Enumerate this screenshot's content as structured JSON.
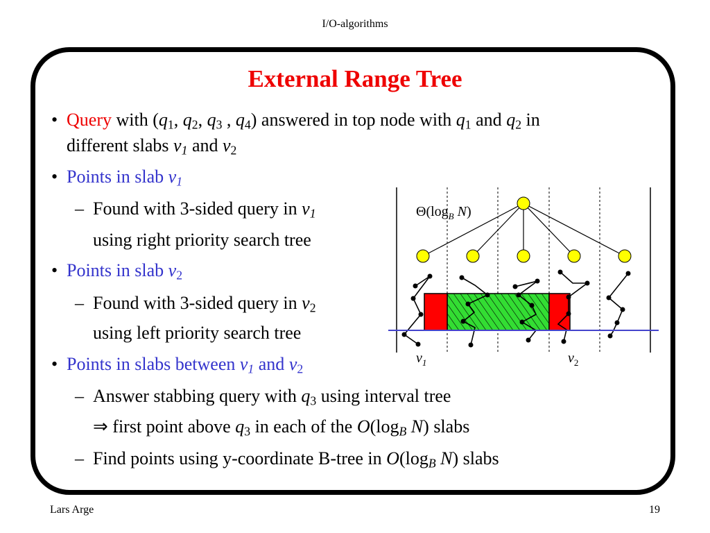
{
  "header": {
    "text": "I/O-algorithms"
  },
  "title": "External Range Tree",
  "query_line": {
    "keyword": "Query",
    "text1": " with (",
    "q1": "q",
    "s1": "1",
    "sep1": ", ",
    "q2": "q",
    "s2": "2",
    "sep2": ", ",
    "q3": "q",
    "s3": "3",
    "sep3": " , ",
    "q4": "q",
    "s4": "4",
    "text2": ") answered in top node with ",
    "q1b": "q",
    "s1b": "1",
    "text3": " and ",
    "q2b": "q",
    "s2b": "2",
    "text4": " in",
    "line2_text": "different slabs ",
    "v1": "v",
    "v1s": "1",
    "and": " and ",
    "v2": "v",
    "v2s": "2"
  },
  "slab_v1": {
    "heading": "Points in slab ",
    "v": "v",
    "vs": "1",
    "sub1_text": "Found with  3-sided query in ",
    "sub1_v": "v",
    "sub1_vs": "1",
    "sub2_text": "using right priority search tree"
  },
  "slab_v2": {
    "heading": "Points in slab ",
    "v": "v",
    "vs": "2",
    "sub1_text": "Found with  3-sided query in ",
    "sub1_v": "v",
    "sub1_vs": "2",
    "sub2_text": "using left priority search tree"
  },
  "between": {
    "heading": "Points in slabs between ",
    "v1": "v",
    "v1s": "1",
    "and": " and ",
    "v2": "v",
    "v2s": "2",
    "sub1_text": "Answer stabbing query with ",
    "sub1_q": "q",
    "sub1_qs": "3",
    "sub1_tail": " using interval tree",
    "implies": "⇒",
    "sub2_text": " first point above ",
    "sub2_q": "q",
    "sub2_qs": "3",
    "sub2_mid": " in each of the ",
    "o": "O",
    "log": "(log",
    "b": "B",
    "n": " N",
    "close": ")",
    "sub2_tail": " slabs",
    "sub3_text": "Find points using y-coordinate B-tree in ",
    "sub3_tail": " slabs"
  },
  "bullets": {
    "dot": "•",
    "dash": "–"
  },
  "diagram": {
    "theta_label": "Θ(log",
    "theta_b": "B",
    "theta_n": " N",
    "theta_close": ")",
    "v1_label": "v",
    "v1_sub": "1",
    "v2_label": "v",
    "v2_sub": "2",
    "colors": {
      "node": "#ffff00",
      "red": "#ff0000",
      "green": "#33dd33",
      "baseline": "#4444cc"
    }
  },
  "footer": {
    "author": "Lars Arge",
    "page": "19"
  }
}
